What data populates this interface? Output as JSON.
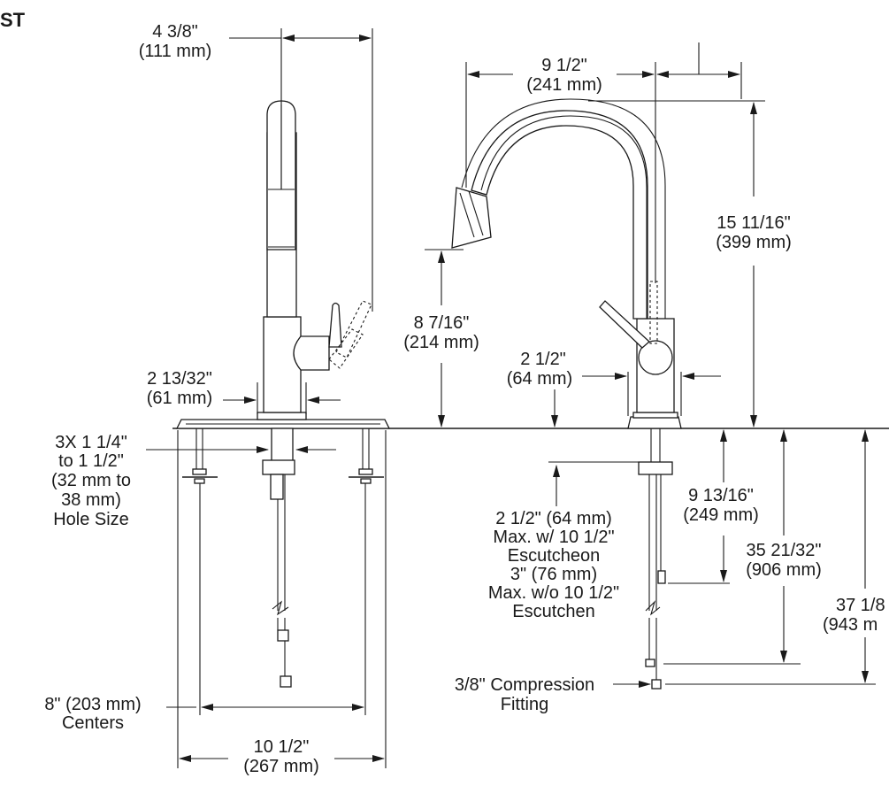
{
  "labels": {
    "title": "ST",
    "top_width": [
      "4 3/8\"",
      "(111 mm)"
    ],
    "spout_reach": [
      "9 1/2\"",
      "(241 mm)"
    ],
    "faucet_height": [
      "15 11/16\"",
      "(399 mm)"
    ],
    "spout_clearance": [
      "8 7/16\"",
      "(214 mm)"
    ],
    "base_dia_side": [
      "2 13/32\"",
      "(61 mm)"
    ],
    "base_dia_front": [
      "2 1/2\"",
      "(64 mm)"
    ],
    "hole_size": [
      "3X 1 1/4\"",
      "to 1 1/2\"",
      "(32 mm to",
      "38 mm)",
      "Hole Size"
    ],
    "deck_thickness": [
      "2 1/2\" (64 mm)",
      "Max. w/ 10 1/2\"",
      "Escutcheon",
      "3\" (76 mm)",
      "Max. w/o 10 1/2\"",
      "Escutchen"
    ],
    "shank_length": [
      "9 13/16\"",
      "(249 mm)"
    ],
    "hose_length": [
      "35 21/32\"",
      "(906 mm)"
    ],
    "total_length": [
      "37 1/8",
      "(943 m"
    ],
    "compression_fitting": [
      "3/8\" Compression",
      "Fitting"
    ],
    "centers": [
      "8\" (203 mm)",
      "Centers"
    ],
    "escutcheon_width": [
      "10 1/2\"",
      "(267 mm)"
    ]
  }
}
